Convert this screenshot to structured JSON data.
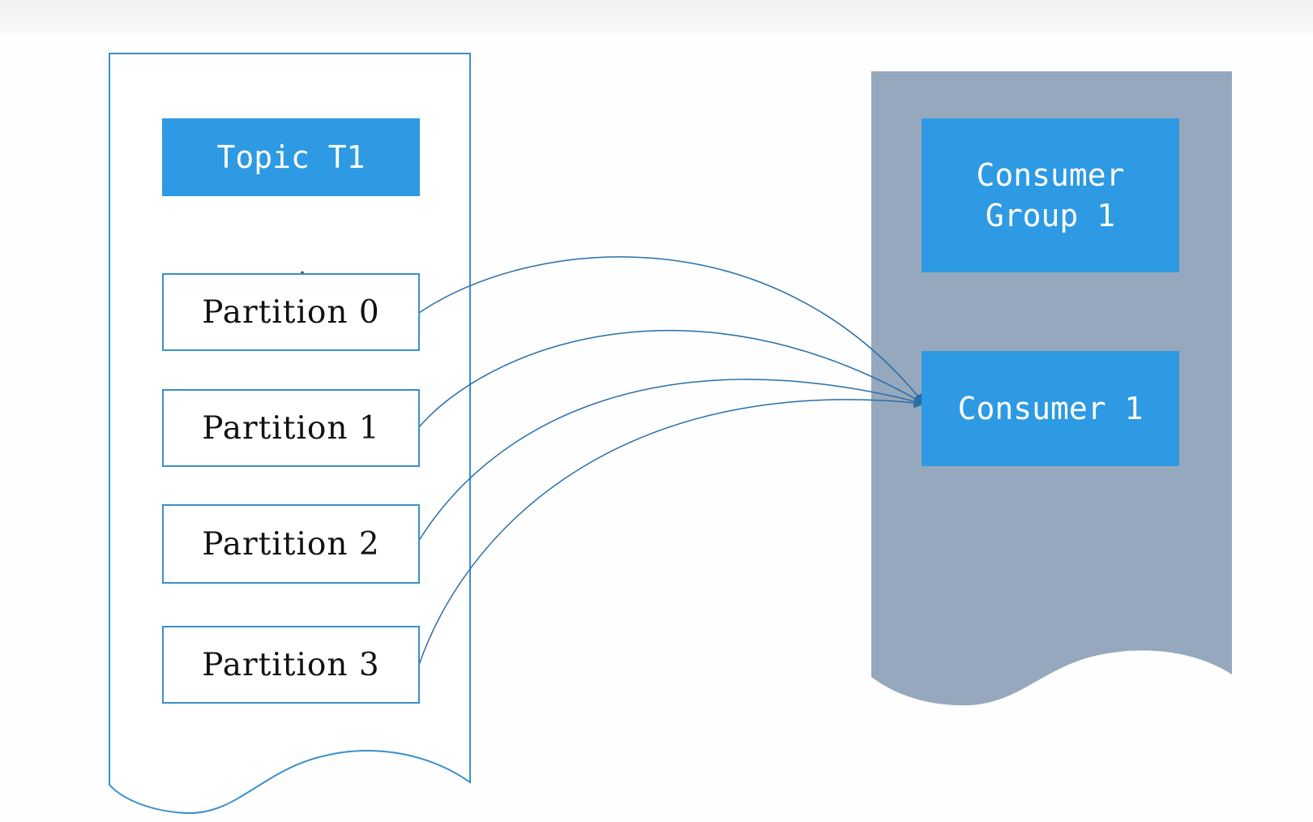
{
  "topic": {
    "title": "Topic T1"
  },
  "partitions": [
    {
      "label": "Partition 0"
    },
    {
      "label": "Partition 1"
    },
    {
      "label": "Partition 2"
    },
    {
      "label": "Partition 3"
    }
  ],
  "consumer_group": {
    "title_line1": "Consumer",
    "title_line2": "Group 1",
    "consumer_label": "Consumer 1"
  },
  "colors": {
    "box_blue": "#2d9ae3",
    "group_bg": "#96a8bd",
    "outline_blue": "#3a8fcc",
    "connector": "#2a6ea8"
  }
}
